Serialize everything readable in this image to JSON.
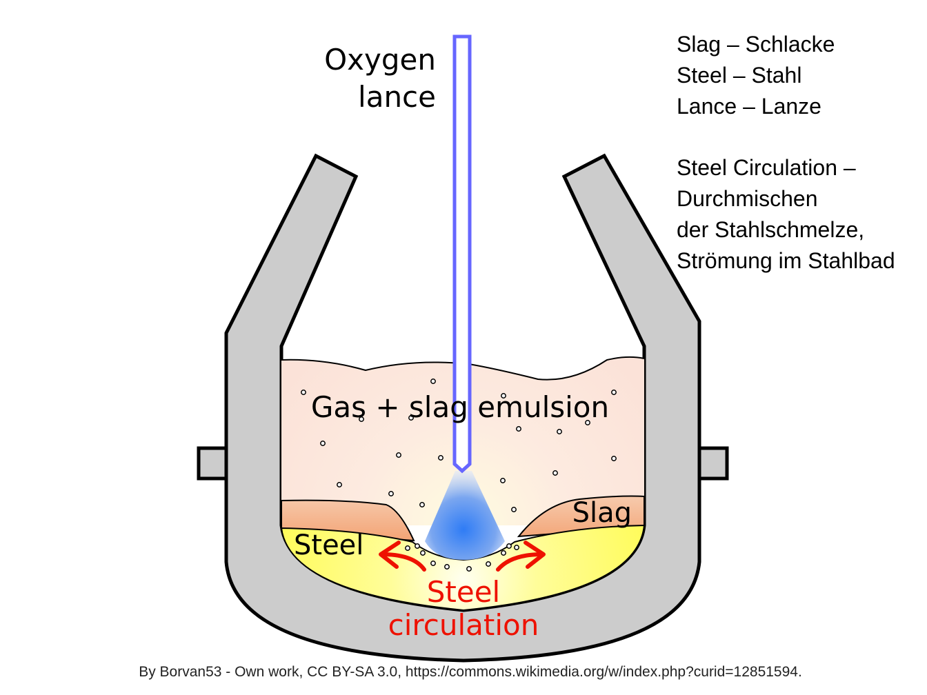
{
  "labels": {
    "oxygen_line1": "Oxygen",
    "oxygen_line2": "lance",
    "emulsion": "Gas + slag emulsion",
    "slag": "Slag",
    "steel": "Steel",
    "circulation_line1": "Steel",
    "circulation_line2": "circulation"
  },
  "legend": [
    "Slag – Schlacke",
    "Steel – Stahl",
    "Lance – Lanze",
    "",
    "Steel Circulation –",
    "Durchmischen",
    "der Stahlschmelze,",
    "Strömung im Stahlbad"
  ],
  "credit": "By Borvan53 - Own work, CC BY-SA 3.0, https://commons.wikimedia.org/w/index.php?curid=12851594.",
  "colors": {
    "vessel": "#cccccc",
    "emulsion": "#fbe3d9",
    "slag": "#f4aa80",
    "steel": "#fffd60",
    "lance": "#6666ff",
    "jet": "#4a86f0",
    "circulation": "#ee1100"
  }
}
